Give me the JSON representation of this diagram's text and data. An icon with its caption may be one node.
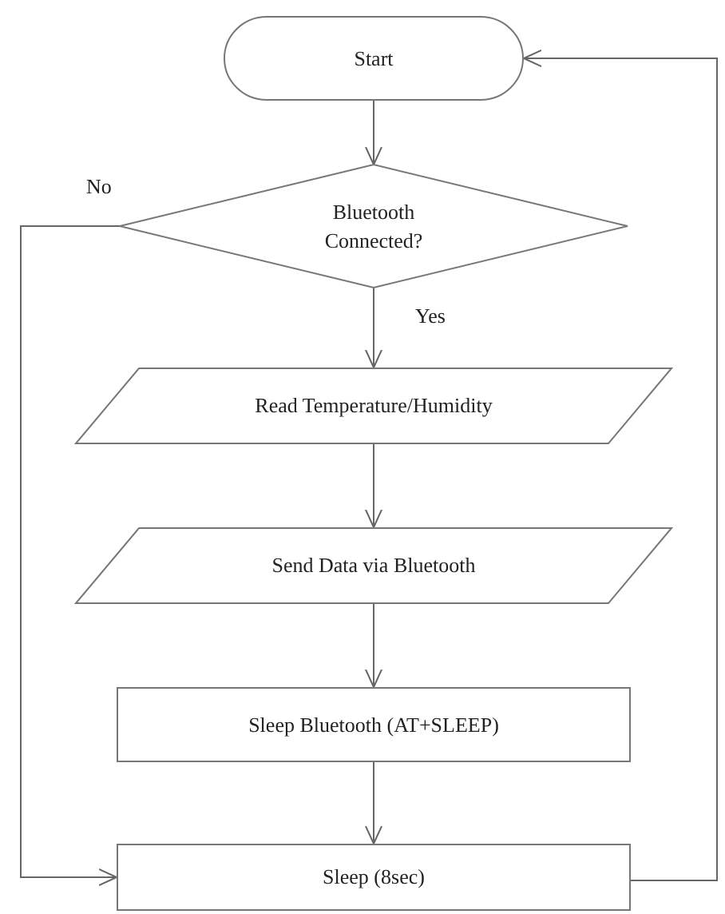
{
  "diagram": {
    "nodes": [
      {
        "text": [
          "Start"
        ]
      },
      {
        "text": [
          "Bluetooth Connected?"
        ]
      },
      {
        "text": [
          "Read Temperature/Humidity"
        ]
      },
      {
        "text": [
          "Send Data via Bluetooth"
        ]
      },
      {
        "text": [
          "Sleep Bluetooth (AT+SLEEP)"
        ]
      },
      {
        "text": [
          "Sleep (8sec)"
        ]
      }
    ],
    "edges": [
      {
        "from": 0,
        "to": 1,
        "arrow": "to"
      },
      {
        "from": 1,
        "to": 2,
        "arrow": "to",
        "label": "Yes"
      },
      {
        "from": 2,
        "to": 3,
        "arrow": "to"
      },
      {
        "from": 3,
        "to": 4,
        "arrow": "to"
      },
      {
        "from": 4,
        "to": 5,
        "arrow": "to"
      },
      {
        "from": 1,
        "to": 5,
        "arrow": "to",
        "label": "No"
      },
      {
        "from": 5,
        "to": 0,
        "arrow": "to"
      }
    ]
  }
}
